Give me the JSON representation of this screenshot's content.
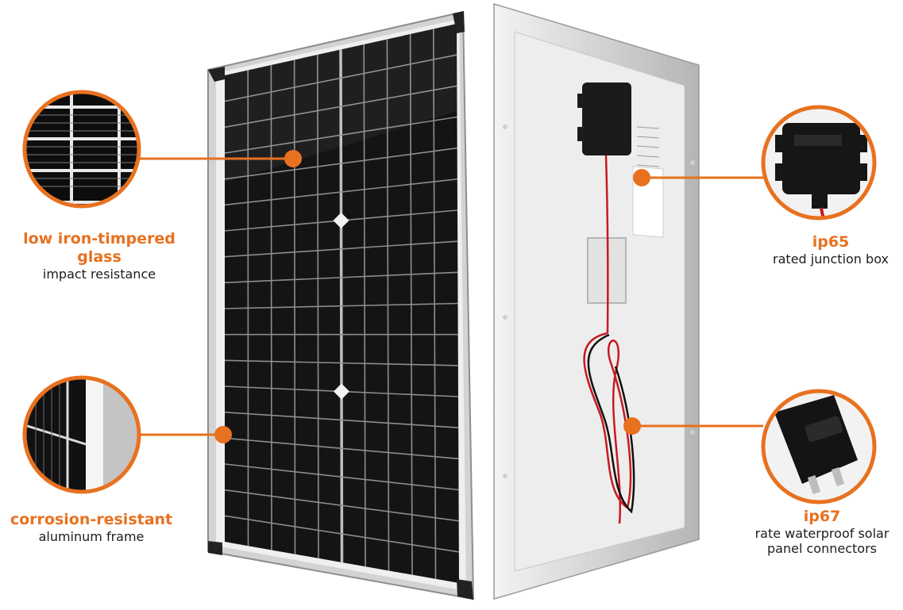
{
  "colors": {
    "accent": "#e8711f",
    "cell": "#141414",
    "frame": "#c9c9c9",
    "back_sheet": "#eeeeef",
    "wire_red": "#c8191e"
  },
  "callouts": {
    "glass": {
      "title": "low iron-timpered glass",
      "subtitle": "impact resistance"
    },
    "frame": {
      "title": "corrosion-resistant",
      "subtitle": "aluminum frame"
    },
    "junction_box": {
      "title": "ip65",
      "subtitle": "rated junction box"
    },
    "connectors": {
      "title": "ip67",
      "subtitle_line1": "rate waterproof solar",
      "subtitle_line2": "panel connectors"
    }
  }
}
